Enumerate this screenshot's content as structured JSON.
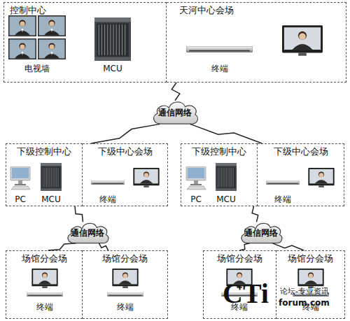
{
  "diagram": {
    "nodes": [
      {
        "text": [
          "控制中心"
        ]
      },
      {
        "text": [
          "天河中心会场"
        ]
      },
      {
        "text": [
          "通信网络"
        ]
      },
      {
        "text": [
          "下级控制中心"
        ]
      },
      {
        "text": [
          "下级中心会场"
        ]
      },
      {
        "text": [
          "下级控制中心"
        ]
      },
      {
        "text": [
          "下级中心会场"
        ]
      },
      {
        "text": [
          "通信网络"
        ]
      },
      {
        "text": [
          "通信网络"
        ]
      },
      {
        "text": [
          "场馆分会场"
        ]
      },
      {
        "text": [
          "场馆分会场"
        ]
      },
      {
        "text": [
          "场馆分会场"
        ]
      },
      {
        "text": [
          "场馆分会场"
        ]
      }
    ],
    "edges": [
      {
        "from": 1,
        "to": 2,
        "arrow": "none"
      },
      {
        "from": 2,
        "to": 4,
        "arrow": "none"
      },
      {
        "from": 2,
        "to": 6,
        "arrow": "none"
      },
      {
        "from": 3,
        "to": 7,
        "arrow": "none"
      },
      {
        "from": 5,
        "to": 8,
        "arrow": "none"
      },
      {
        "from": 7,
        "to": 9,
        "arrow": "none"
      },
      {
        "from": 7,
        "to": 10,
        "arrow": "none"
      },
      {
        "from": 8,
        "to": 11,
        "arrow": "none"
      },
      {
        "from": 8,
        "to": 12,
        "arrow": "none"
      }
    ],
    "labels": [
      "电视墙",
      "MCU",
      "终端",
      "PC",
      "MCU",
      "终端",
      "PC",
      "MCU",
      "终端",
      "终端",
      "终端",
      "终端",
      "终端",
      "CTi",
      "论坛-专业资讯",
      "forum.com"
    ]
  }
}
